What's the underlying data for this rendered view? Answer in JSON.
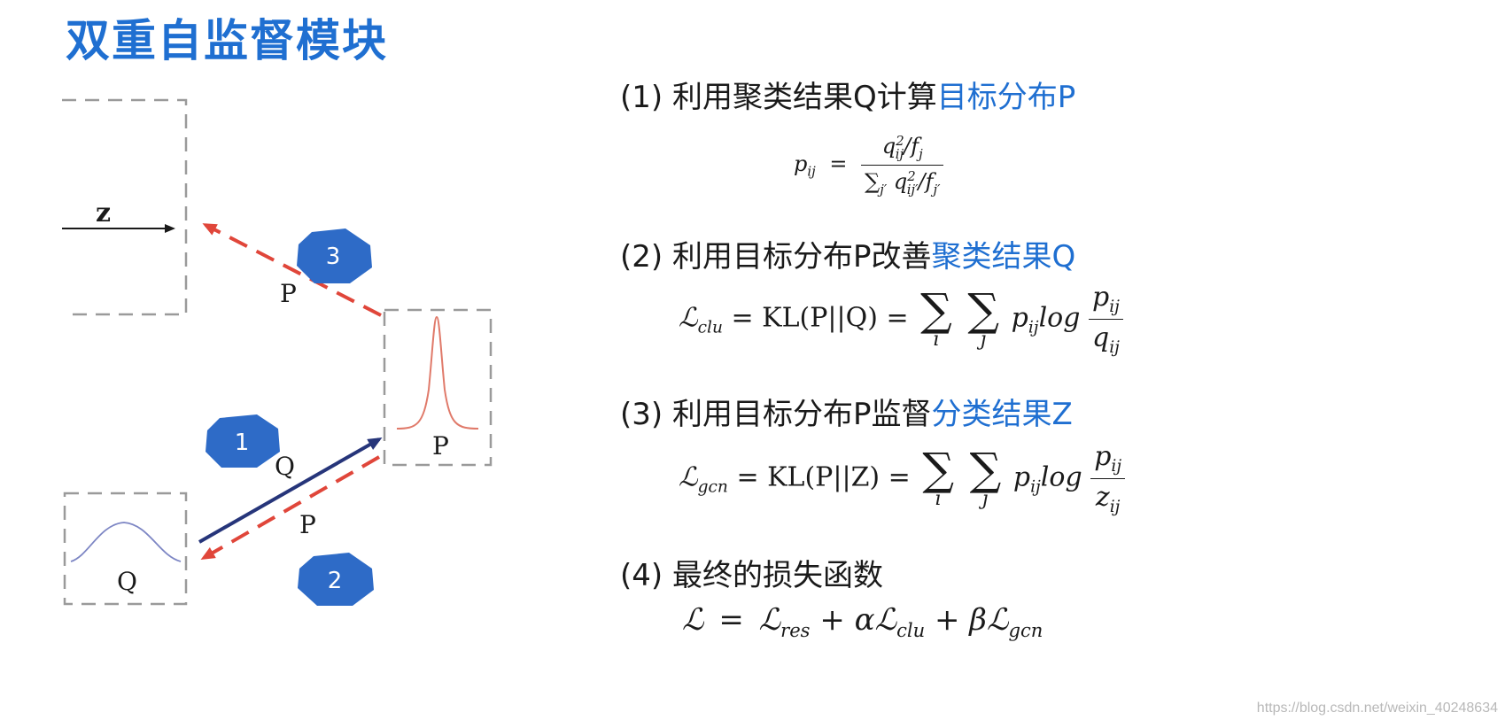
{
  "title": "双重自监督模块",
  "diagram": {
    "z_label": "z",
    "p_label_top": "P",
    "p_box_label": "P",
    "q_label_arrow": "Q",
    "p_label_mid": "P",
    "q_box_label": "Q",
    "badges": [
      "1",
      "2",
      "3"
    ],
    "colors": {
      "red_dash": "#e0463a",
      "navy": "#26357a",
      "badge": "#2e6bc7",
      "box_dash": "#9a9a9a"
    }
  },
  "steps": [
    {
      "prefix": "(1) 利用聚类结果Q计算",
      "accent": "目标分布P"
    },
    {
      "prefix": "(2) 利用目标分布P改善",
      "accent": "聚类结果Q"
    },
    {
      "prefix": "(3) 利用目标分布P监督",
      "accent": "分类结果Z"
    },
    {
      "prefix": "(4) 最终的损失函数",
      "accent": ""
    }
  ],
  "formulas": {
    "f1": {
      "lhs": "p",
      "lhs_sub": "ij",
      "eq": "="
    },
    "f2": {
      "lhs": "ℒ",
      "lhs_sub": "clu",
      "mid": "= KL(P||Q) =",
      "i": "i",
      "j": "j",
      "body": "p",
      "body_sub": "ij",
      "log": "log",
      "num": "p",
      "num_sub": "ij",
      "den": "q",
      "den_sub": "ij"
    },
    "f3": {
      "lhs": "ℒ",
      "lhs_sub": "gcn",
      "mid": "= KL(P||Z) =",
      "i": "i",
      "j": "j",
      "body": "p",
      "body_sub": "ij",
      "log": "log",
      "num": "p",
      "num_sub": "ij",
      "den": "z",
      "den_sub": "ij"
    },
    "f4": {
      "lhs": "ℒ",
      "eq": "=",
      "t1": "ℒ",
      "t1_sub": "res",
      "plus1": "+ α",
      "t2": "ℒ",
      "t2_sub": "clu",
      "plus2": "+ β",
      "t3": "ℒ",
      "t3_sub": "gcn"
    }
  },
  "watermark": "https://blog.csdn.net/weixin_40248634"
}
